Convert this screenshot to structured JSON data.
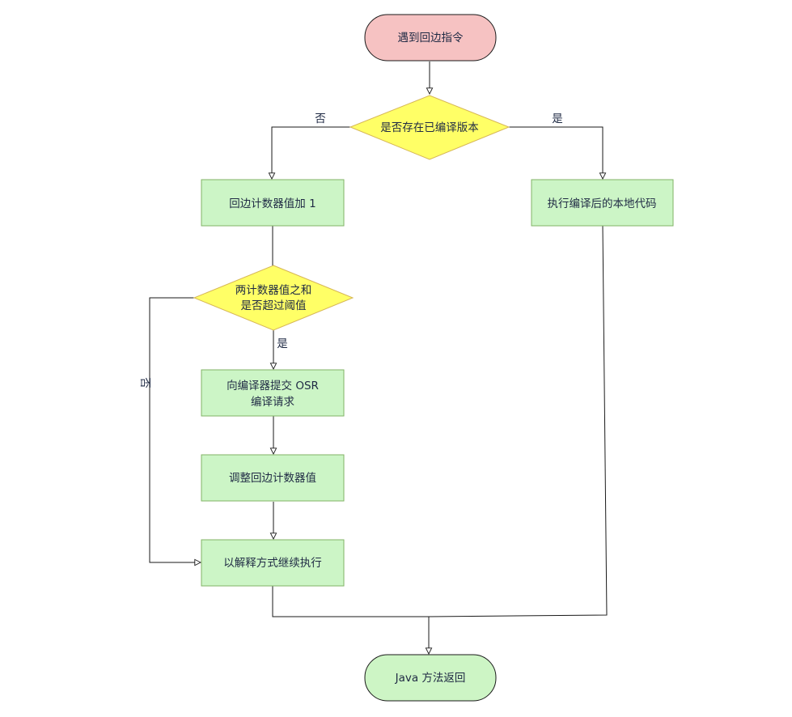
{
  "colors": {
    "terminal_fill": "#f6c2c2",
    "end_fill": "#cdf5c5",
    "process_fill": "#ccf5c6",
    "process_stroke": "#82b366",
    "decision_fill": "#ffff66",
    "decision_stroke": "#d6b656",
    "line": "#1a1a1a",
    "text": "#1f2a44"
  },
  "nodes": {
    "start": {
      "label": "遇到回边指令"
    },
    "check_compiled": {
      "label": "是否存在已编译版本"
    },
    "increment_counter": {
      "label": "回边计数器值加 1"
    },
    "exec_native": {
      "label": "执行编译后的本地代码"
    },
    "threshold_check": {
      "line1": "两计数器值之和",
      "line2": "是否超过阈值"
    },
    "submit_osr": {
      "line1": "向编译器提交 OSR",
      "line2": "编译请求"
    },
    "adjust_counter": {
      "label": "调整回边计数器值"
    },
    "interpret": {
      "label": "以解释方式继续执行"
    },
    "end": {
      "label": "Java 方法返回"
    }
  },
  "edge_labels": {
    "compiled_no": "否",
    "compiled_yes": "是",
    "threshold_yes": "是",
    "threshold_no": "否"
  }
}
